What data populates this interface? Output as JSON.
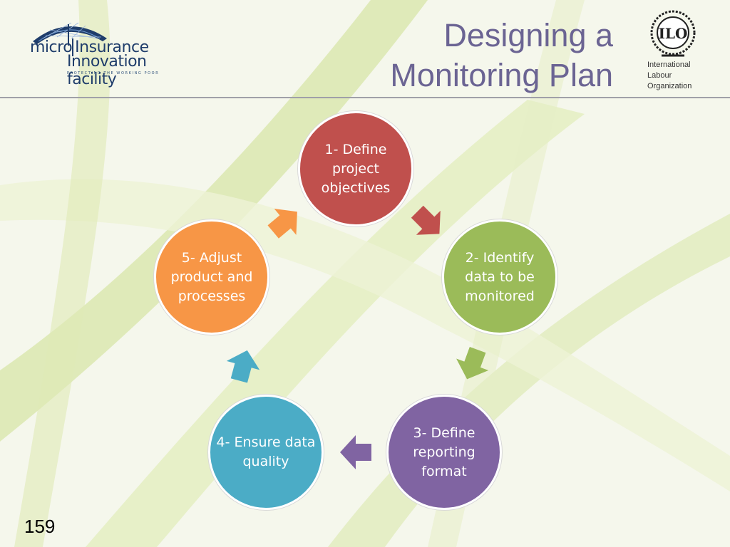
{
  "slide": {
    "title_line1": "Designing a",
    "title_line2": "Monitoring Plan",
    "page_number": "159"
  },
  "logos": {
    "mif_line1": "micro",
    "mif_line1b": "Insurance",
    "mif_line2": "Innovation facility",
    "mif_tagline": "PROTECTING THE WORKING POOR",
    "ilo_mark": "ILO",
    "ilo_line1": "International",
    "ilo_line2": "Labour",
    "ilo_line3": "Organization"
  },
  "steps": [
    {
      "label": "1- Define project objectives",
      "color": "#c0504d"
    },
    {
      "label": "2- Identify data to be monitored",
      "color": "#9bbb59"
    },
    {
      "label": "3- Define reporting format",
      "color": "#8064a2"
    },
    {
      "label": "4- Ensure data quality",
      "color": "#4bacc6"
    },
    {
      "label": "5- Adjust product and processes",
      "color": "#f79646"
    }
  ]
}
